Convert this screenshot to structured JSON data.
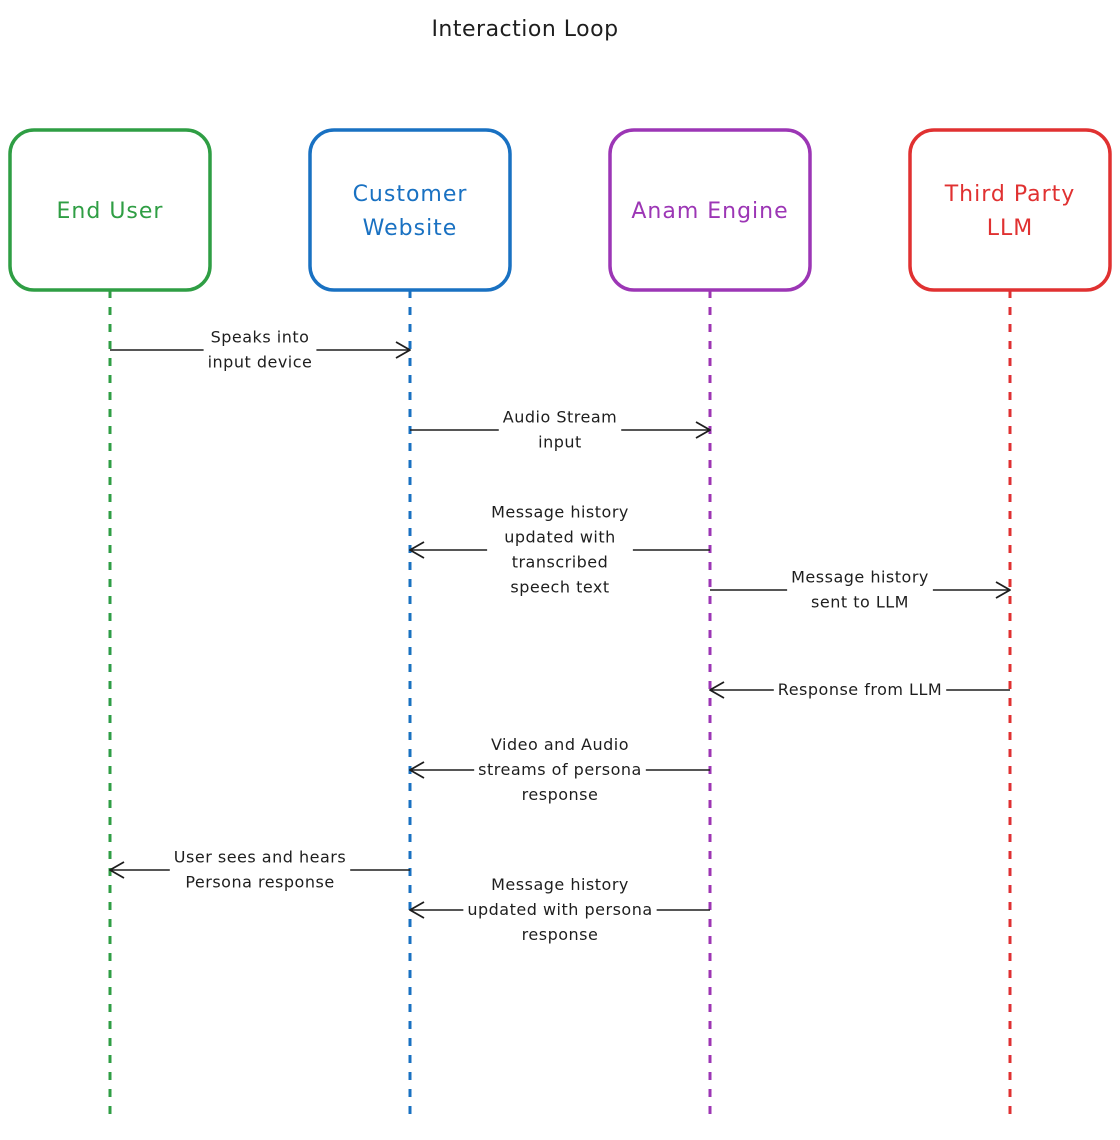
{
  "diagram": {
    "title": "Interaction Loop",
    "actors": [
      {
        "id": "end_user",
        "lines": [
          "End User"
        ],
        "color": "#2f9e44"
      },
      {
        "id": "customer_website",
        "lines": [
          "Customer",
          "Website"
        ],
        "color": "#1971c2"
      },
      {
        "id": "anam_engine",
        "lines": [
          "Anam Engine"
        ],
        "color": "#9c36b5"
      },
      {
        "id": "third_party_llm",
        "lines": [
          "Third Party",
          "LLM"
        ],
        "color": "#e03131"
      }
    ],
    "messages": [
      {
        "from": 0,
        "to": 1,
        "lines": [
          "Speaks into",
          "input device"
        ]
      },
      {
        "from": 1,
        "to": 2,
        "lines": [
          "Audio Stream",
          "input"
        ]
      },
      {
        "from": 2,
        "to": 1,
        "lines": [
          "Message history",
          "updated with",
          "transcribed",
          "speech text"
        ]
      },
      {
        "from": 2,
        "to": 3,
        "lines": [
          "Message history",
          "sent to LLM"
        ]
      },
      {
        "from": 3,
        "to": 2,
        "lines": [
          "Response from LLM"
        ]
      },
      {
        "from": 2,
        "to": 1,
        "lines": [
          "Video and Audio",
          "streams of persona",
          "response"
        ]
      },
      {
        "from": 1,
        "to": 0,
        "lines": [
          "User sees and hears",
          "Persona response"
        ]
      },
      {
        "from": 2,
        "to": 1,
        "lines": [
          "Message history",
          "updated with persona",
          "response"
        ]
      }
    ]
  }
}
